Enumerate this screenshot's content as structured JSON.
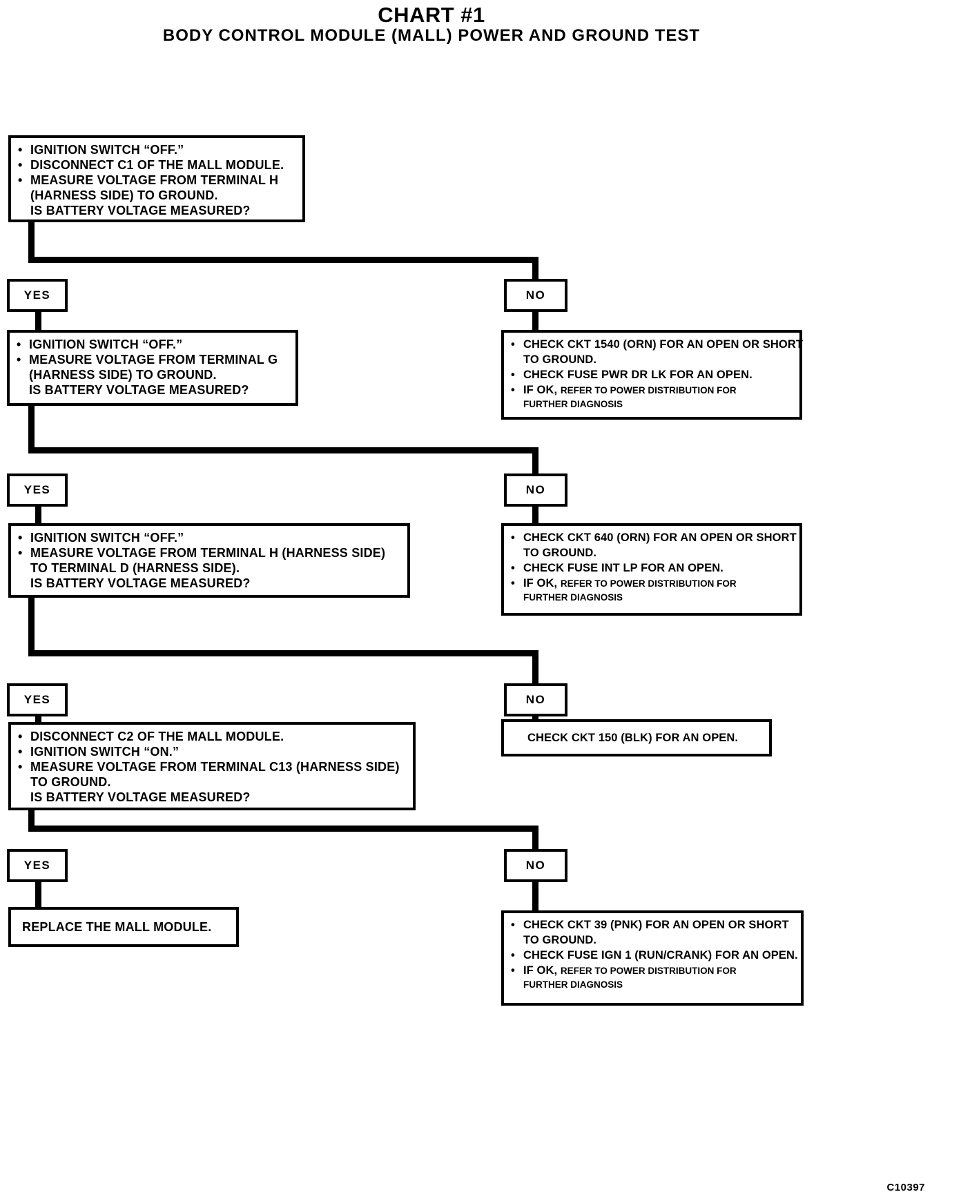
{
  "title": "CHART #1",
  "subtitle": "BODY CONTROL MODULE (MALL) POWER AND GROUND TEST",
  "figure_code": "C10397",
  "branch_labels": {
    "yes": "YES",
    "no": "NO"
  },
  "nodes": {
    "q1": {
      "lines": [
        "IGNITION SWITCH “OFF.”",
        "DISCONNECT C1 OF THE MALL MODULE.",
        "MEASURE VOLTAGE FROM TERMINAL H",
        "(HARNESS SIDE) TO GROUND.",
        "IS BATTERY VOLTAGE MEASURED?"
      ]
    },
    "q2": {
      "lines": [
        "IGNITION SWITCH “OFF.”",
        "MEASURE VOLTAGE FROM TERMINAL G",
        "(HARNESS SIDE) TO GROUND.",
        "IS BATTERY VOLTAGE MEASURED?"
      ]
    },
    "a1": {
      "lines": [
        "CHECK CKT 1540 (ORN) FOR AN OPEN OR SHORT",
        "TO GROUND.",
        "CHECK FUSE PWR DR LK FOR AN OPEN.",
        "IF OK,",
        "REFER TO POWER DISTRIBUTION FOR",
        "FURTHER DIAGNOSIS"
      ]
    },
    "q3": {
      "lines": [
        "IGNITION SWITCH “OFF.”",
        "MEASURE VOLTAGE FROM TERMINAL H (HARNESS SIDE)",
        "TO TERMINAL D (HARNESS SIDE).",
        "IS BATTERY VOLTAGE MEASURED?"
      ]
    },
    "a2": {
      "lines": [
        "CHECK CKT 640 (ORN) FOR AN OPEN OR SHORT",
        "TO GROUND.",
        "CHECK FUSE INT LP FOR AN OPEN.",
        "IF OK,",
        "REFER TO POWER DISTRIBUTION FOR",
        "FURTHER DIAGNOSIS"
      ]
    },
    "q4": {
      "lines": [
        "DISCONNECT C2 OF THE MALL MODULE.",
        "IGNITION SWITCH “ON.”",
        "MEASURE VOLTAGE FROM TERMINAL C13 (HARNESS SIDE)",
        "TO GROUND.",
        "IS BATTERY VOLTAGE MEASURED?"
      ]
    },
    "a3": {
      "lines": [
        "CHECK CKT 150 (BLK) FOR AN OPEN."
      ]
    },
    "replace": {
      "lines": [
        "REPLACE THE MALL MODULE."
      ]
    },
    "a4": {
      "lines": [
        "CHECK CKT 39 (PNK) FOR AN OPEN OR SHORT",
        "TO GROUND.",
        "CHECK FUSE IGN 1 (RUN/CRANK) FOR AN OPEN.",
        "IF OK,",
        "REFER TO POWER DISTRIBUTION FOR",
        "FURTHER DIAGNOSIS"
      ]
    }
  }
}
